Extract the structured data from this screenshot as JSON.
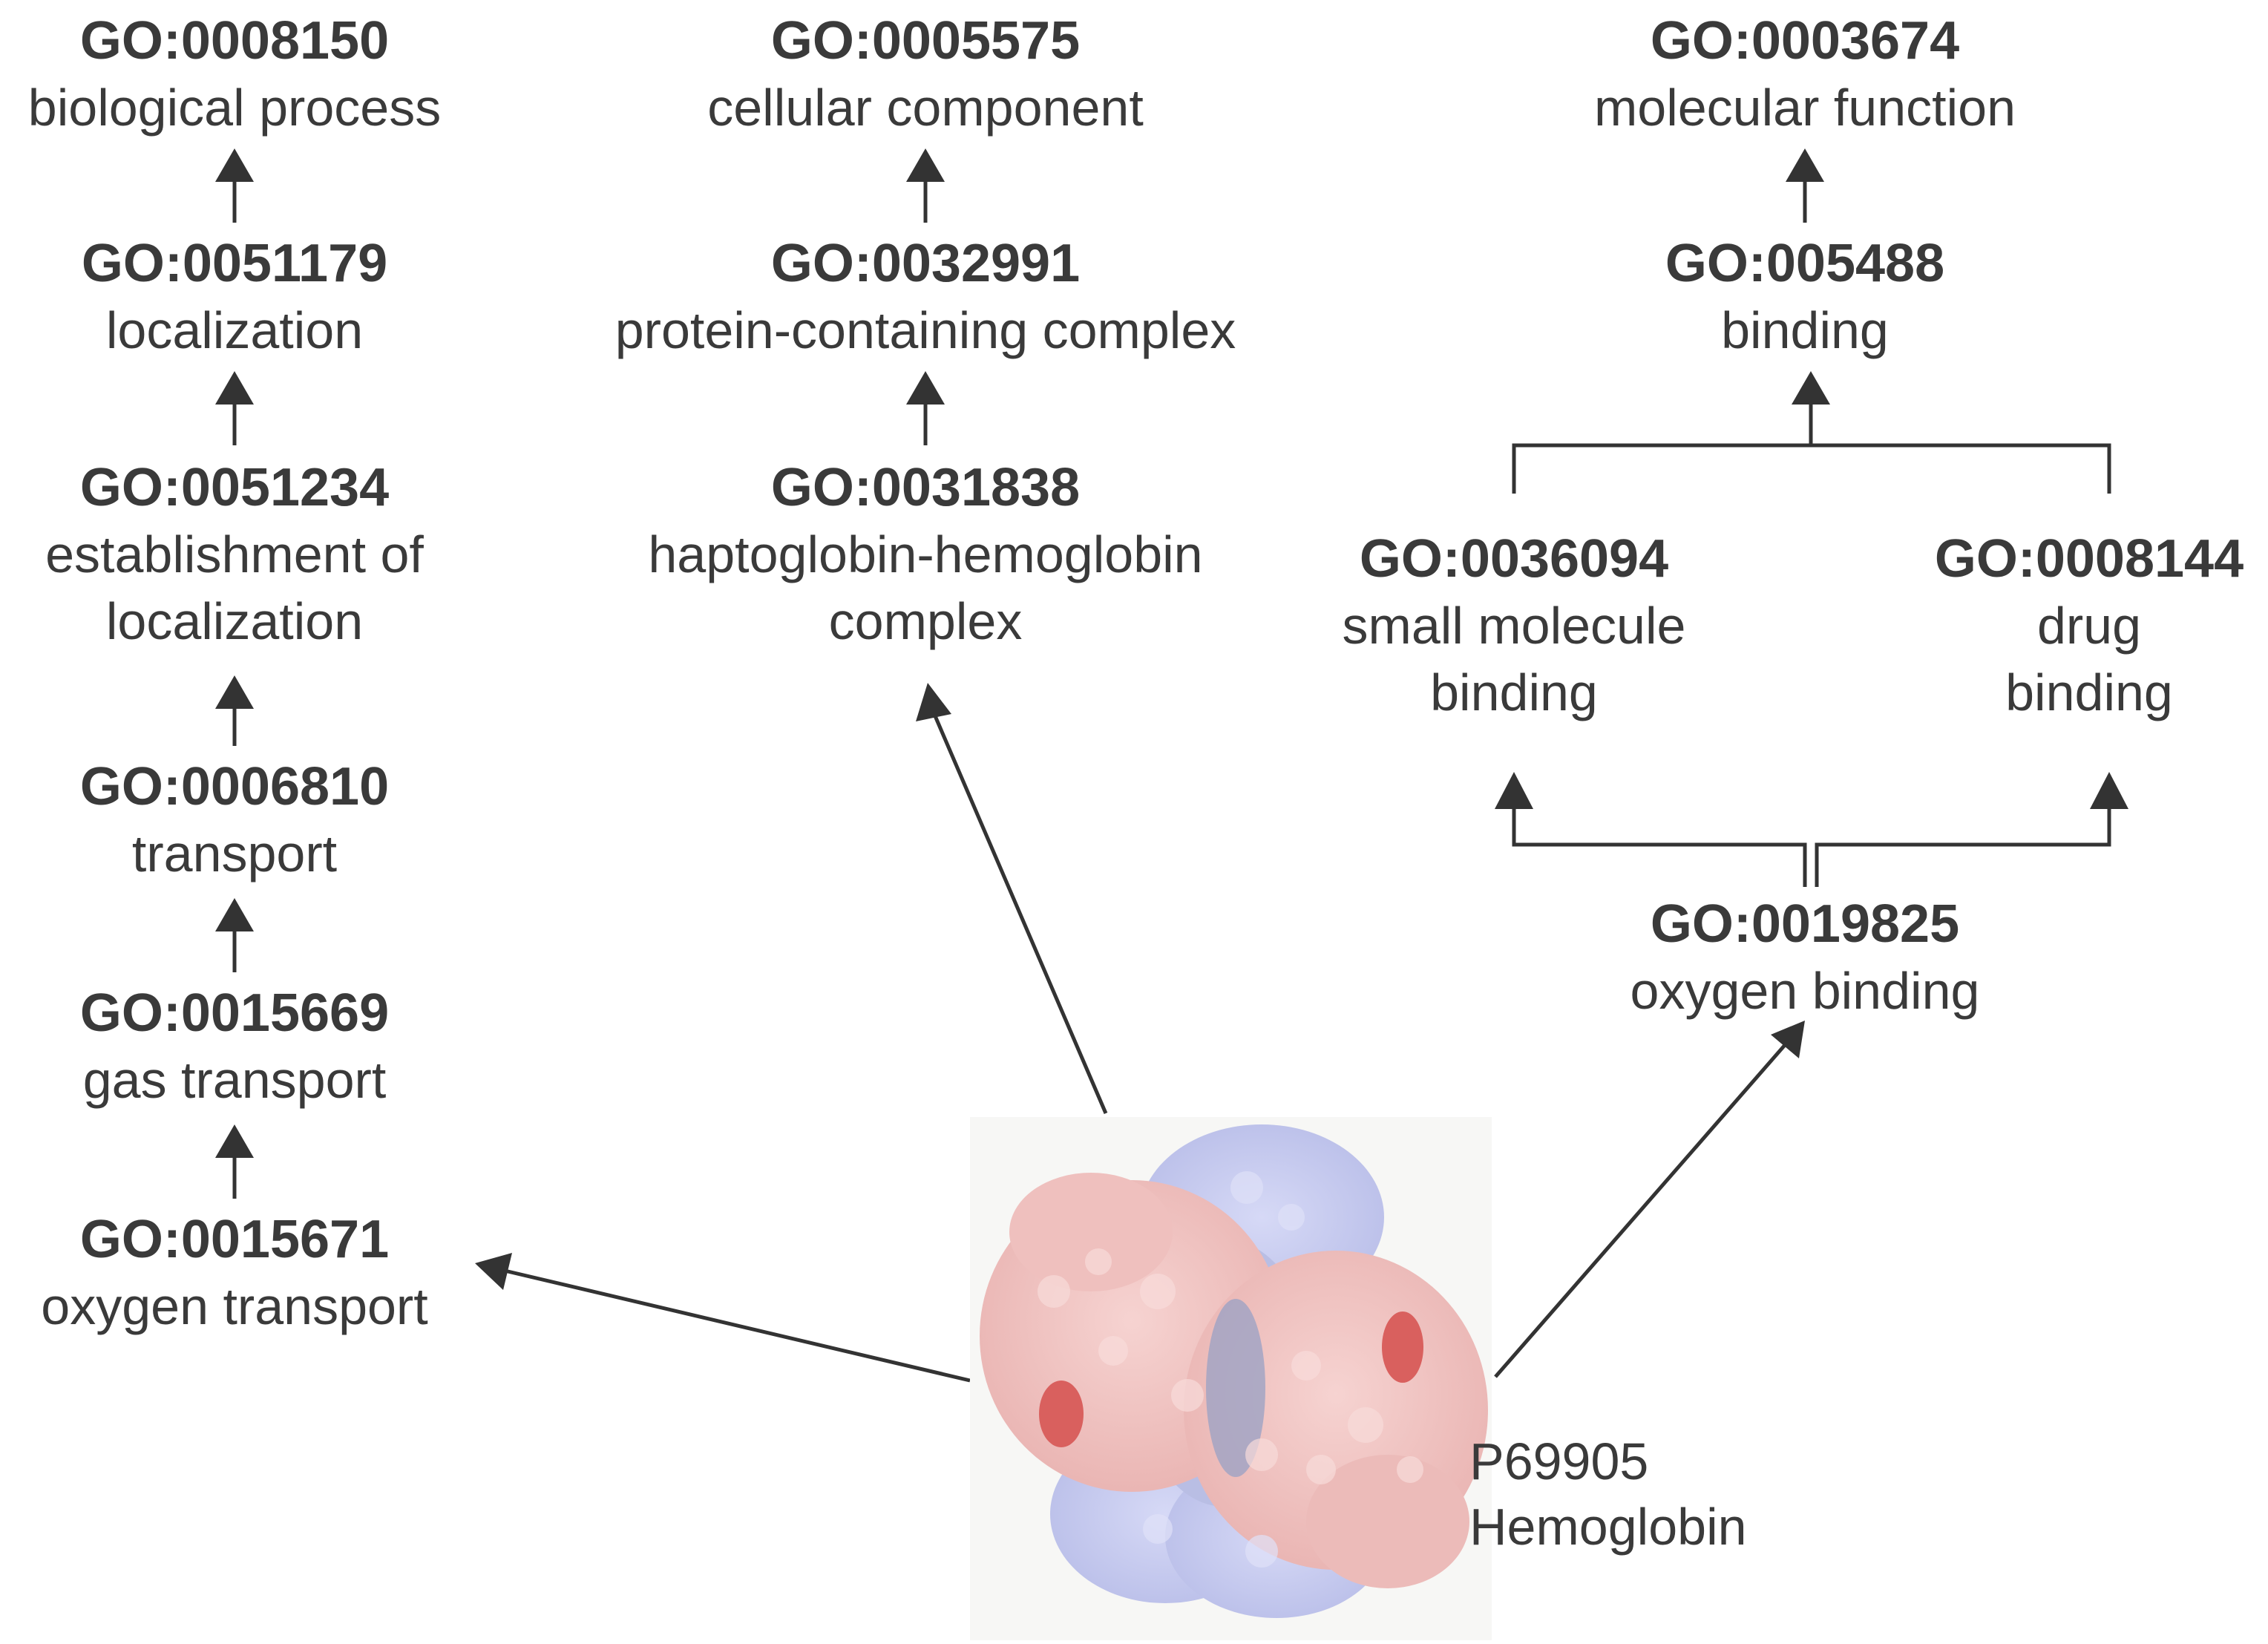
{
  "terms": {
    "bp_root": {
      "id": "GO:0008150",
      "name": "biological process"
    },
    "localization": {
      "id": "GO:0051179",
      "name": "localization"
    },
    "establishment": {
      "id": "GO:0051234",
      "name_lines": [
        "establishment of",
        "localization"
      ]
    },
    "transport": {
      "id": "GO:0006810",
      "name": "transport"
    },
    "gas_transport": {
      "id": "GO:0015669",
      "name": "gas transport"
    },
    "oxygen_transport": {
      "id": "GO:0015671",
      "name": "oxygen transport"
    },
    "cc_root": {
      "id": "GO:0005575",
      "name": "cellular component"
    },
    "protein_complex": {
      "id": "GO:0032991",
      "name": "protein-containing complex"
    },
    "hp_hb_complex": {
      "id": "GO:0031838",
      "name_lines": [
        "haptoglobin-hemoglobin",
        "complex"
      ]
    },
    "mf_root": {
      "id": "GO:0003674",
      "name": "molecular function"
    },
    "binding": {
      "id": "GO:005488",
      "name": "binding"
    },
    "small_molecule_binding": {
      "id": "GO:0036094",
      "name_lines": [
        "small molecule",
        "binding"
      ]
    },
    "drug_binding": {
      "id": "GO:0008144",
      "name_lines": [
        "drug",
        "binding"
      ]
    },
    "oxygen_binding": {
      "id": "GO:0019825",
      "name": "oxygen binding"
    }
  },
  "protein": {
    "accession": "P69905",
    "name": "Hemoglobin"
  },
  "colors": {
    "text": "#3a3a3a",
    "arrow": "#333333",
    "subunit_pink": "#f2c4c2",
    "subunit_blue": "#c9cdf0",
    "heme": "#d9605e"
  }
}
